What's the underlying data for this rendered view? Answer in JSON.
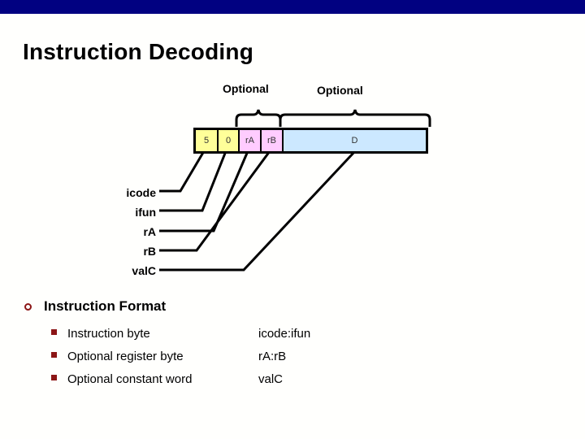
{
  "slide": {
    "title": "Instruction Decoding",
    "top_bar_color": "#010181",
    "background_color": "#FFFFFD"
  },
  "diagram": {
    "optional_register_label": "Optional",
    "optional_constant_label": "Optional",
    "fields": [
      {
        "name": "icode",
        "text": "5",
        "color": "#FFFF99"
      },
      {
        "name": "ifun",
        "text": "0",
        "color": "#FFFF99"
      },
      {
        "name": "rA",
        "text": "rA",
        "color": "#FFCCFF"
      },
      {
        "name": "rB",
        "text": "rB",
        "color": "#FFCCFF"
      },
      {
        "name": "valC",
        "text": "D",
        "color": "#CCE8FF"
      }
    ],
    "callouts": [
      {
        "label": "icode"
      },
      {
        "label": "ifun"
      },
      {
        "label": "rA"
      },
      {
        "label": "rB"
      },
      {
        "label": "valC"
      }
    ]
  },
  "body": {
    "heading": "Instruction Format",
    "items": [
      {
        "label": "Instruction byte",
        "value": "icode:ifun"
      },
      {
        "label": "Optional register byte",
        "value": "rA:rB"
      },
      {
        "label": "Optional constant word",
        "value": "valC"
      }
    ],
    "marker_color": "#8C1616"
  }
}
